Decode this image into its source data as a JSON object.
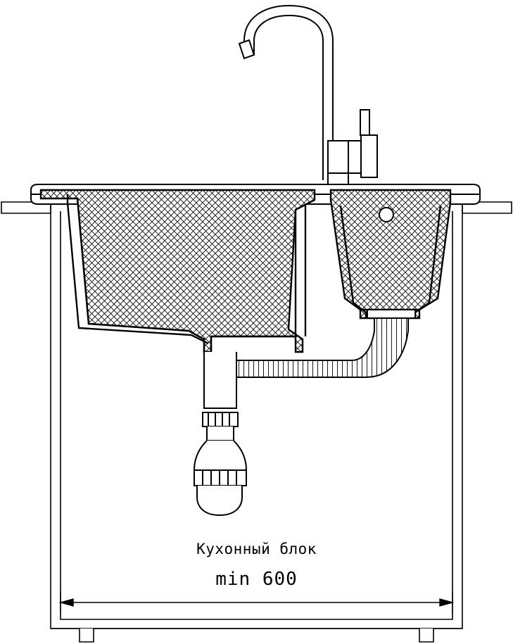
{
  "drawing": {
    "title_label": "Кухонный блок",
    "dimension_label": "min 600",
    "line_color": "#000000",
    "background_color": "#ffffff",
    "hatch_color": "#000000"
  },
  "parts": {
    "faucet": "faucet-icon",
    "faucet_handle": "faucet-handle-icon",
    "sink_bowl_large": "sink-bowl-large",
    "sink_bowl_small": "sink-bowl-small",
    "drain_hole": "drain-hole-icon",
    "corrugated_hose": "corrugated-hose",
    "siphon": "siphon-bottle",
    "cabinet_outline": "cabinet-outline",
    "cabinet_leg_left": "cabinet-leg-left",
    "cabinet_leg_right": "cabinet-leg-right",
    "dimension_arrow_left": "dimension-arrow-left",
    "dimension_arrow_right": "dimension-arrow-right",
    "countertop_left": "countertop-left",
    "countertop_right": "countertop-right"
  }
}
